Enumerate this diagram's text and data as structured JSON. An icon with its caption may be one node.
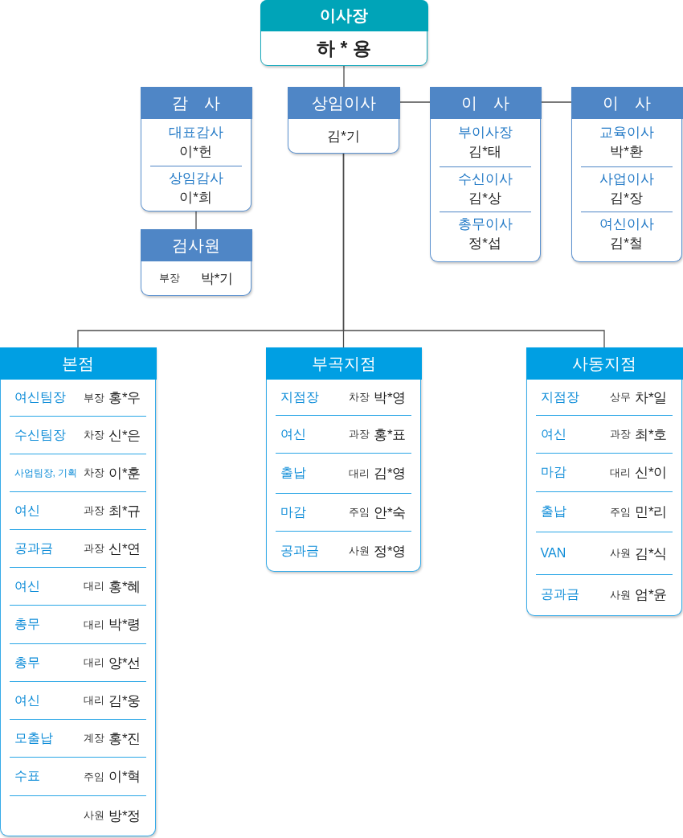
{
  "diagram": {
    "nodes": [
      {
        "text": [
          "이사장",
          "하 * 용"
        ]
      },
      {
        "text": [
          "감 사"
        ]
      },
      {
        "text": [
          "대표감사",
          "이*헌"
        ],
        "in": 1
      },
      {
        "text": [
          "상임감사",
          "이*희"
        ],
        "in": 1
      },
      {
        "text": [
          "검사원",
          "부장",
          "박*기"
        ]
      },
      {
        "text": [
          "상임이사",
          "김*기"
        ]
      },
      {
        "text": [
          "이 사"
        ]
      },
      {
        "text": [
          "부이사장",
          "김*태"
        ],
        "in": 6
      },
      {
        "text": [
          "수신이사",
          "김*상"
        ],
        "in": 6
      },
      {
        "text": [
          "총무이사",
          "정*섭"
        ],
        "in": 6
      },
      {
        "text": [
          "이 사"
        ]
      },
      {
        "text": [
          "교육이사",
          "박*환"
        ],
        "in": 10
      },
      {
        "text": [
          "사업이사",
          "김*장"
        ],
        "in": 10
      },
      {
        "text": [
          "여신이사",
          "김*철"
        ],
        "in": 10
      },
      {
        "text": [
          "본점"
        ]
      },
      {
        "text": [
          "여신팀장",
          "부장",
          "홍*우"
        ],
        "in": 14
      },
      {
        "text": [
          "수신팀장",
          "차장",
          "신*은"
        ],
        "in": 14
      },
      {
        "text": [
          "사업팀장, 기획",
          "차장",
          "이*훈"
        ],
        "in": 14
      },
      {
        "text": [
          "여신",
          "과장",
          "최*규"
        ],
        "in": 14
      },
      {
        "text": [
          "공과금",
          "과장",
          "신*연"
        ],
        "in": 14
      },
      {
        "text": [
          "여신",
          "대리",
          "홍*혜"
        ],
        "in": 14
      },
      {
        "text": [
          "총무",
          "대리",
          "박*령"
        ],
        "in": 14
      },
      {
        "text": [
          "총무",
          "대리",
          "양*선"
        ],
        "in": 14
      },
      {
        "text": [
          "여신",
          "대리",
          "김*웅"
        ],
        "in": 14
      },
      {
        "text": [
          "모출납",
          "계장",
          "홍*진"
        ],
        "in": 14
      },
      {
        "text": [
          "수표",
          "주임",
          "이*혁"
        ],
        "in": 14
      },
      {
        "text": [
          "사원",
          "방*정"
        ],
        "in": 14
      },
      {
        "text": [
          "부곡지점"
        ]
      },
      {
        "text": [
          "지점장",
          "차장",
          "박*영"
        ],
        "in": 27
      },
      {
        "text": [
          "여신",
          "과장",
          "홍*표"
        ],
        "in": 27
      },
      {
        "text": [
          "출납",
          "대리",
          "김*영"
        ],
        "in": 27
      },
      {
        "text": [
          "마감",
          "주임",
          "안*숙"
        ],
        "in": 27
      },
      {
        "text": [
          "공과금",
          "사원",
          "정*영"
        ],
        "in": 27
      },
      {
        "text": [
          "사동지점"
        ]
      },
      {
        "text": [
          "지점장",
          "상무",
          "차*일"
        ],
        "in": 33
      },
      {
        "text": [
          "여신",
          "과장",
          "최*호"
        ],
        "in": 33
      },
      {
        "text": [
          "마감",
          "대리",
          "신*이"
        ],
        "in": 33
      },
      {
        "text": [
          "출납",
          "주임",
          "민*리"
        ],
        "in": 33
      },
      {
        "text": [
          "VAN",
          "사원",
          "김*식"
        ],
        "in": 33
      },
      {
        "text": [
          "공과금",
          "사원",
          "엄*윤"
        ],
        "in": 33
      }
    ],
    "edges": [
      {
        "from": 0,
        "to": 5,
        "arrow": "none"
      },
      {
        "from": 5,
        "to": 6,
        "arrow": "none"
      },
      {
        "from": 6,
        "to": 10,
        "arrow": "none"
      },
      {
        "from": 1,
        "to": 4,
        "arrow": "none"
      },
      {
        "from": 5,
        "to": 14,
        "arrow": "none"
      },
      {
        "from": 5,
        "to": 27,
        "arrow": "none"
      },
      {
        "from": 5,
        "to": 33,
        "arrow": "none"
      }
    ]
  }
}
